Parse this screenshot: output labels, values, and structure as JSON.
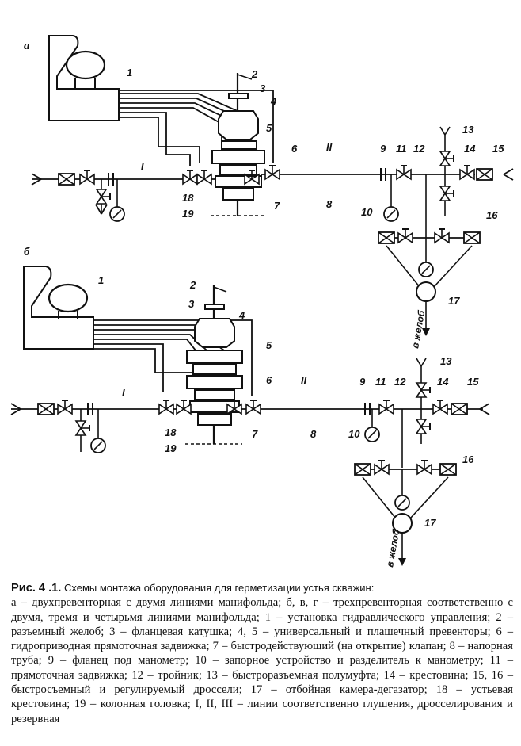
{
  "figure": {
    "panel_a": {
      "letter": "а",
      "labels": [
        "1",
        "2",
        "3",
        "4",
        "5",
        "6",
        "7",
        "8",
        "9",
        "10",
        "11",
        "12",
        "13",
        "14",
        "15",
        "16",
        "17",
        "18",
        "19",
        "I",
        "II"
      ],
      "outlet": "в желоб"
    },
    "panel_b": {
      "letter": "б",
      "labels": [
        "1",
        "2",
        "3",
        "4",
        "5",
        "6",
        "7",
        "8",
        "9",
        "10",
        "11",
        "12",
        "13",
        "14",
        "15",
        "16",
        "17",
        "18",
        "19",
        "I",
        "II"
      ],
      "outlet": "в желоб"
    }
  },
  "caption": {
    "title": "Рис. 4 .1.",
    "subtitle": "Схемы монтажа оборудования для герметизации устья скважин:",
    "body": "а – двухпревенторная с двумя линиями манифольда; б, в, г – трехпревенторная соответственно с двумя, тремя и четырьмя линиями манифольда; 1 – установка гидравлического управления; 2 – разъемный желоб; 3 – фланцевая катушка; 4, 5 – универсальный и плашечный превенторы; 6 – гидроприводная прямоточная задвижка; 7 – быстродействующий (на открытие) клапан; 8 – напорная труба; 9 – фланец под манометр; 10 – запорное устройство и разделитель к манометру; 11 – прямоточная задвижка; 12 – тройник; 13 – быстроразъемная полумуфта; 14 – крестовина; 15, 16 – быстросъемный и регулируемый дроссели; 17 – отбойная камера-дегазатор; 18 – устьевая крестовина; 19 – колонная головка; I, II, III – линии соответственно глушения, дросселирования и резервная"
  }
}
